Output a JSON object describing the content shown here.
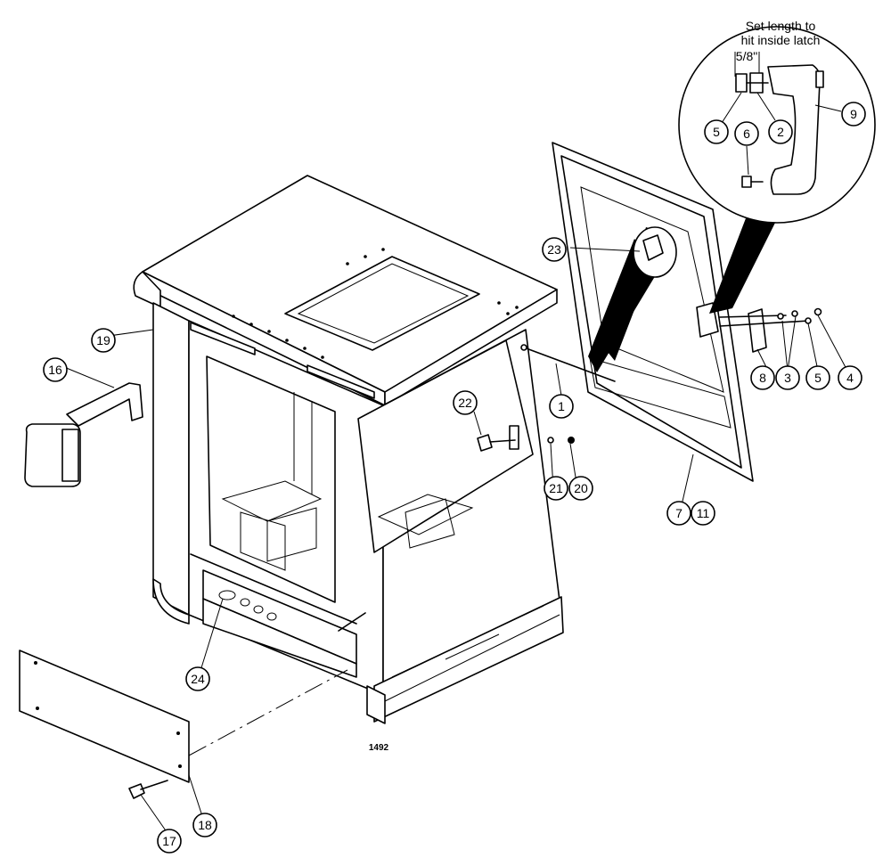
{
  "callouts": [
    {
      "id": "1",
      "label": "1"
    },
    {
      "id": "2",
      "label": "2"
    },
    {
      "id": "3",
      "label": "3"
    },
    {
      "id": "4",
      "label": "4"
    },
    {
      "id": "5a",
      "label": "5"
    },
    {
      "id": "5b",
      "label": "5"
    },
    {
      "id": "6",
      "label": "6"
    },
    {
      "id": "7",
      "label": "7"
    },
    {
      "id": "8",
      "label": "8"
    },
    {
      "id": "9",
      "label": "9"
    },
    {
      "id": "11",
      "label": "11"
    },
    {
      "id": "16",
      "label": "16"
    },
    {
      "id": "17",
      "label": "17"
    },
    {
      "id": "18",
      "label": "18"
    },
    {
      "id": "19",
      "label": "19"
    },
    {
      "id": "20",
      "label": "20"
    },
    {
      "id": "21",
      "label": "21"
    },
    {
      "id": "22",
      "label": "22"
    },
    {
      "id": "23",
      "label": "23"
    },
    {
      "id": "24",
      "label": "24"
    }
  ],
  "detail_note": {
    "line1": "Set length to",
    "line2": "hit inside latch",
    "dimension": "5/8\""
  },
  "figure_number": "1492"
}
